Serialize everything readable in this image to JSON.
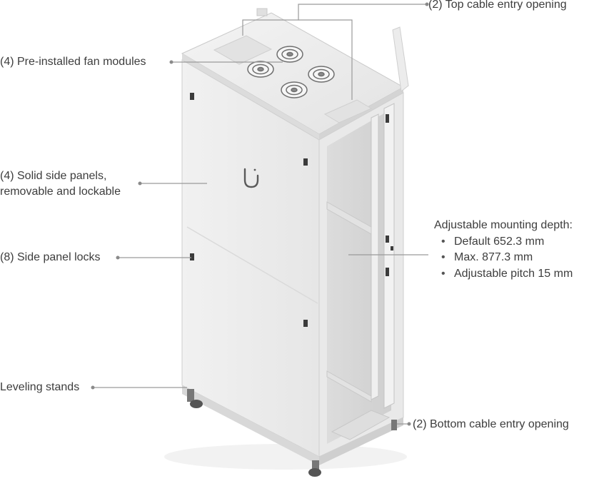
{
  "callouts": {
    "top_cable": "(2) Top cable entry opening",
    "fans": "(4) Pre-installed fan modules",
    "side_panels_line1": "(4) Solid side panels,",
    "side_panels_line2": "removable and lockable",
    "locks": "(8) Side panel locks",
    "leveling": "Leveling stands",
    "bottom_cable": "(2) Bottom cable entry opening",
    "depth": {
      "title": "Adjustable mounting depth:",
      "items": [
        "Default 652.3 mm",
        "Max. 877.3 mm",
        "Adjustable pitch 15 mm"
      ]
    }
  },
  "product": {
    "logo_icon": "ubiquiti-u-logo-icon",
    "body_color": "#ececec",
    "shadow_color": "#d6d6d6",
    "line_color": "#9a9a9a"
  }
}
